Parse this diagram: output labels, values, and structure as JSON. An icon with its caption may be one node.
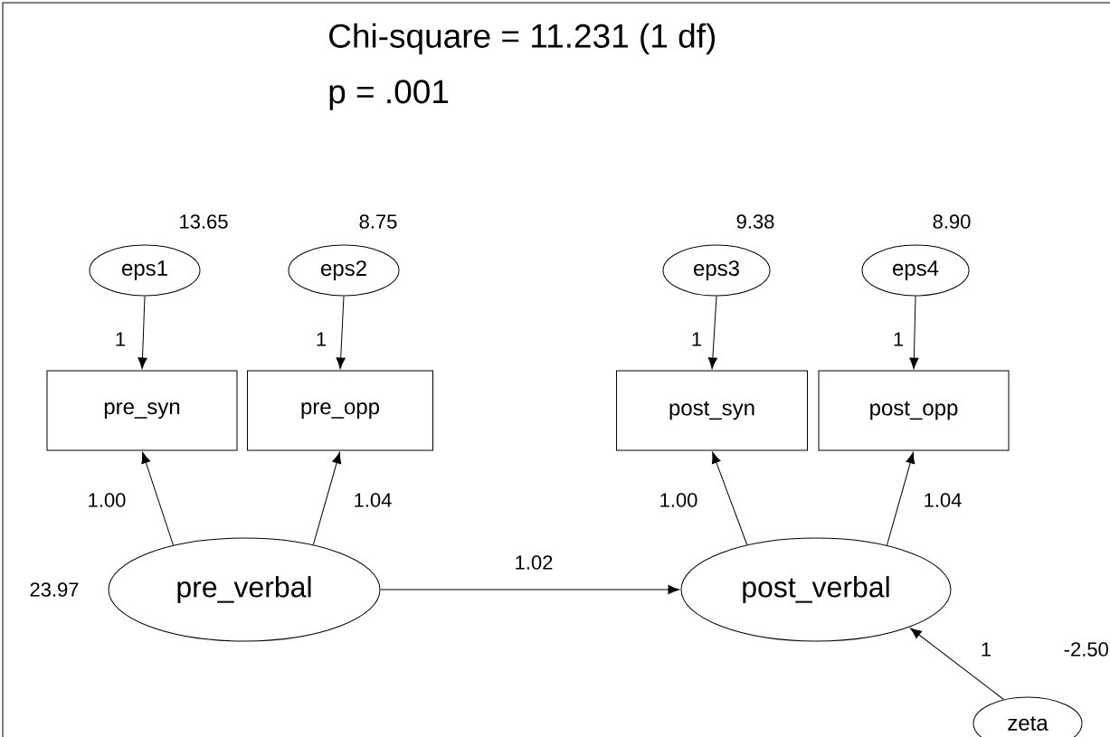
{
  "diagram": {
    "title": "Chi-square = 11.231 (1 df)",
    "nodes": [
      {
        "text": [
          "eps1"
        ],
        "beside": [
          "13.65"
        ]
      },
      {
        "text": [
          "eps2"
        ],
        "beside": [
          "8.75"
        ]
      },
      {
        "text": [
          "eps3"
        ],
        "beside": [
          "9.38"
        ]
      },
      {
        "text": [
          "eps4"
        ],
        "beside": [
          "8.90"
        ]
      },
      {
        "text": [
          "pre_syn"
        ]
      },
      {
        "text": [
          "pre_opp"
        ]
      },
      {
        "text": [
          "post_syn"
        ]
      },
      {
        "text": [
          "post_opp"
        ]
      },
      {
        "text": [
          "pre_verbal"
        ],
        "beside": [
          "23.97"
        ]
      },
      {
        "text": [
          "post_verbal"
        ]
      },
      {
        "text": [
          "zeta"
        ],
        "beside": [
          "-2.50"
        ]
      }
    ],
    "edges": [
      {
        "from": 0,
        "to": 4,
        "arrow": "to",
        "label": "1"
      },
      {
        "from": 1,
        "to": 5,
        "arrow": "to",
        "label": "1"
      },
      {
        "from": 2,
        "to": 6,
        "arrow": "to",
        "label": "1"
      },
      {
        "from": 3,
        "to": 7,
        "arrow": "to",
        "label": "1"
      },
      {
        "from": 8,
        "to": 4,
        "arrow": "to",
        "label": "1.00"
      },
      {
        "from": 8,
        "to": 5,
        "arrow": "to",
        "label": "1.04"
      },
      {
        "from": 8,
        "to": 9,
        "arrow": "to",
        "label": "1.02"
      },
      {
        "from": 9,
        "to": 6,
        "arrow": "to",
        "label": "1.00"
      },
      {
        "from": 9,
        "to": 7,
        "arrow": "to",
        "label": "1.04"
      },
      {
        "from": 10,
        "to": 9,
        "arrow": "to",
        "label": "1"
      }
    ],
    "labels": [
      "p = .001"
    ]
  }
}
